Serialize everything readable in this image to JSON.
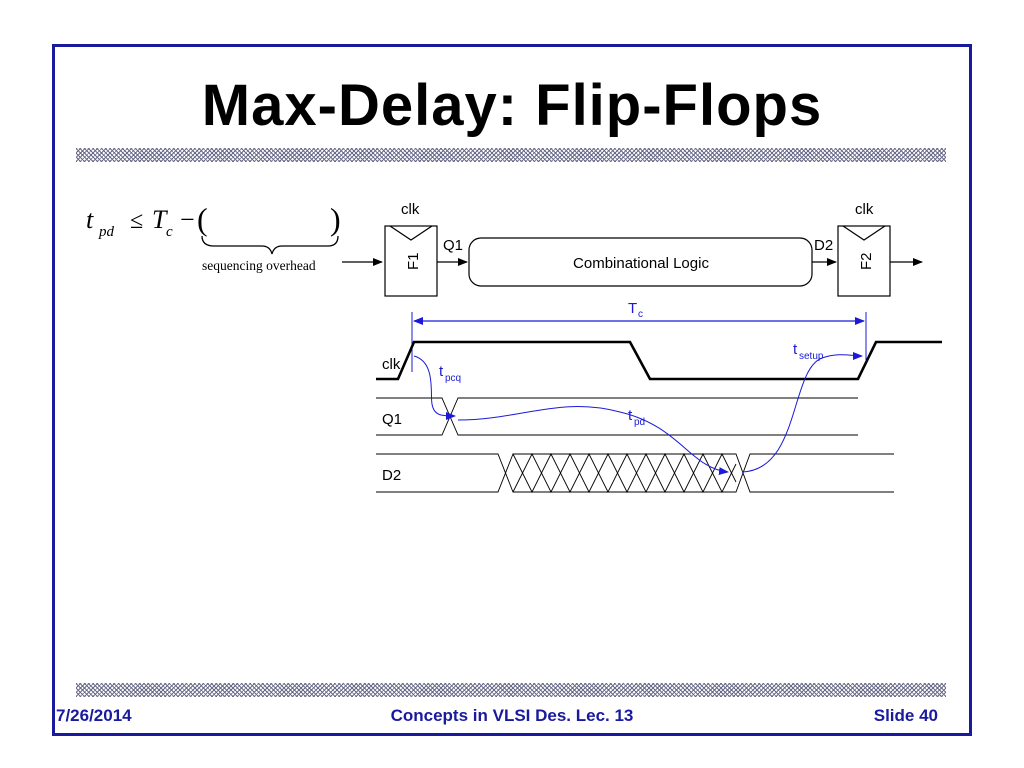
{
  "slide": {
    "title": "Max-Delay: Flip-Flops",
    "date": "7/26/2014",
    "course": "Concepts in VLSI Des. Lec. 13",
    "slide_number": "Slide 40",
    "accent_color": "#1a1a9e"
  },
  "equation": {
    "lhs_var": "t",
    "lhs_sub": "pd",
    "relation": "≤",
    "rhs_var": "T",
    "rhs_sub": "c",
    "minus": "−",
    "paren_open": "(",
    "paren_close": ")",
    "brace_label": "sequencing overhead"
  },
  "circuit": {
    "clk_label_left": "clk",
    "clk_label_right": "clk",
    "ff1_label": "F1",
    "ff2_label": "F2",
    "q1_label": "Q1",
    "d2_label": "D2",
    "logic_label": "Combinational Logic"
  },
  "timing": {
    "period_label": "T",
    "period_sub": "c",
    "clk_label": "clk",
    "q1_label": "Q1",
    "d2_label": "D2",
    "tpcq": "t",
    "tpcq_sub": "pcq",
    "tpd": "t",
    "tpd_sub": "pd",
    "tsetup": "t",
    "tsetup_sub": "setup"
  }
}
